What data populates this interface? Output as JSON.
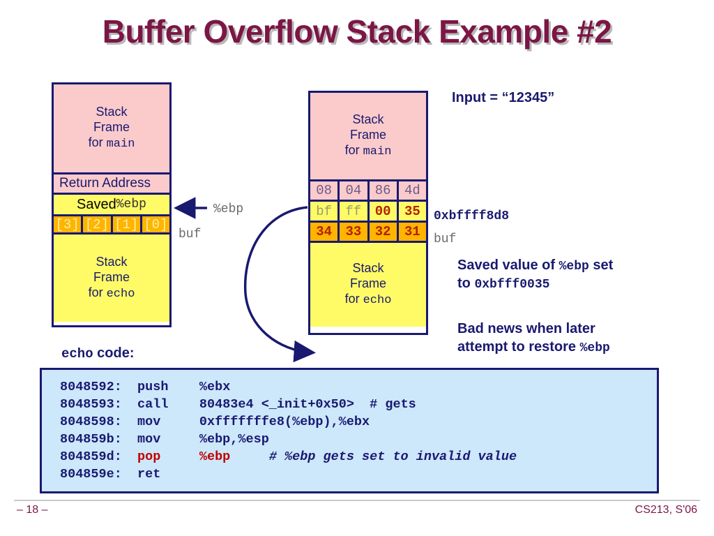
{
  "slide": {
    "title": "Buffer Overflow Stack Example #2",
    "page_number": "– 18 –",
    "course": "CS213, S'06"
  },
  "left_diagram": {
    "name": "stack-before-overflow",
    "main_frame": {
      "line1": "Stack",
      "line2": "Frame",
      "line3_prefix": "for ",
      "line3_mono": "main"
    },
    "return_address": "Return Address",
    "saved_ebp": {
      "text": "Saved ",
      "reg": "%ebp"
    },
    "buf_cells": [
      "[3]",
      "[2]",
      "[1]",
      "[0]"
    ],
    "echo_frame": {
      "line1": "Stack",
      "line2": "Frame",
      "line3_prefix": "for ",
      "line3_mono": "echo"
    },
    "ebp_pointer_label": "%ebp",
    "buf_label": "buf"
  },
  "right_diagram": {
    "name": "stack-after-overflow",
    "main_frame": {
      "line1": "Stack",
      "line2": "Frame",
      "line3_prefix": "for ",
      "line3_mono": "main"
    },
    "rows": [
      {
        "name": "return-address-bytes",
        "style": "pink",
        "cells": [
          {
            "v": "08",
            "hot": false
          },
          {
            "v": "04",
            "hot": false
          },
          {
            "v": "86",
            "hot": false
          },
          {
            "v": "4d",
            "hot": false
          }
        ]
      },
      {
        "name": "saved-ebp-bytes",
        "style": "yellow",
        "cells": [
          {
            "v": "bf",
            "hot": false
          },
          {
            "v": "ff",
            "hot": false
          },
          {
            "v": "00",
            "hot": true
          },
          {
            "v": "35",
            "hot": true
          }
        ]
      },
      {
        "name": "buf-bytes",
        "style": "orange",
        "cells": [
          {
            "v": "34",
            "hot": true
          },
          {
            "v": "33",
            "hot": true
          },
          {
            "v": "32",
            "hot": true
          },
          {
            "v": "31",
            "hot": true
          }
        ]
      }
    ],
    "echo_frame": {
      "line1": "Stack",
      "line2": "Frame",
      "line3_prefix": "for ",
      "line3_mono": "echo"
    },
    "address_label": "0xbffff8d8",
    "buf_label": "buf"
  },
  "notes": {
    "input": "Input = “12345”",
    "saved_value_line1_a": "Saved value of ",
    "saved_value_line1_reg": "%ebp",
    "saved_value_line1_b": " set",
    "saved_value_line2_a": "to ",
    "saved_value_line2_val": "0xbfff0035",
    "bad_news_line1": "Bad news when later",
    "bad_news_line2_a": "attempt to restore  ",
    "bad_news_line2_reg": "%ebp"
  },
  "code": {
    "heading_mono": "echo",
    "heading_rest": " code:",
    "lines": [
      {
        "addr": "8048592:",
        "op": "push",
        "op_red": false,
        "args": "%ebx",
        "args_red": false,
        "comment": ""
      },
      {
        "addr": "8048593:",
        "op": "call",
        "op_red": false,
        "args": "80483e4 <_init+0x50>",
        "args_red": false,
        "comment": "# gets"
      },
      {
        "addr": "8048598:",
        "op": "mov",
        "op_red": false,
        "args": "0xfffffff",
        "args_red": false,
        "comment": ""
      },
      {
        "addr": "804859b:",
        "op": "mov",
        "op_red": false,
        "args": "%ebp,%esp",
        "args_red": false,
        "comment": ""
      },
      {
        "addr": "804859d:",
        "op": "pop",
        "op_red": true,
        "args": "%ebp",
        "args_red": true,
        "comment": "# %ebp gets set to invalid value"
      },
      {
        "addr": "804859e:",
        "op": "ret",
        "op_red": false,
        "args": "",
        "args_red": false,
        "comment": ""
      }
    ],
    "line3_args_full": "0xfffffff",
    "raw_lines": [
      "8048592:  push    %ebx",
      "8048593:  call    80483e4 <_init+0x50>  # gets",
      "8048598:  mov     0xfffffff",
      "804859b:  mov     %ebp,%esp",
      "804859d:  pop     %ebp      # %ebp gets set to invalid value",
      "804859e:  ret"
    ],
    "line3_addr": "8048598:",
    "line3_op": "mov",
    "line3_args": "0xfffffff",
    "line3_args_exact": "0xfffffff"
  },
  "code_text": {
    "l1_addr": "8048592:",
    "l1_op": "push",
    "l1_args": "%ebx",
    "l1_cmt": "",
    "l2_addr": "8048593:",
    "l2_op": "call",
    "l2_args": "80483e4 <_init+0x50>",
    "l2_cmt": "# gets",
    "l3_addr": "8048598:",
    "l3_op": "mov",
    "l3_args": "0xfffffff",
    "l3_cmt": "",
    "l4_addr": "804859b:",
    "l4_op": "mov",
    "l4_args": "%ebp,%esp",
    "l4_cmt": "",
    "l5_addr": "804859d:",
    "l5_op": "pop",
    "l5_args": "%ebp",
    "l5_cmt": "# %ebp gets set to invalid value",
    "l6_addr": "804859e:",
    "l6_op": "ret",
    "l6_args": "",
    "l6_cmt": ""
  },
  "colors": {
    "title": "#7B1645",
    "title_shadow": "#b8b8b8",
    "navy": "#191970",
    "pink": "#FBCBCB",
    "yellow": "#FFFB66",
    "orange": "#FFB400",
    "hot_red": "#B22000",
    "code_bg": "#CDE7FB",
    "code_red": "#C00000",
    "footer": "#7B1645"
  }
}
